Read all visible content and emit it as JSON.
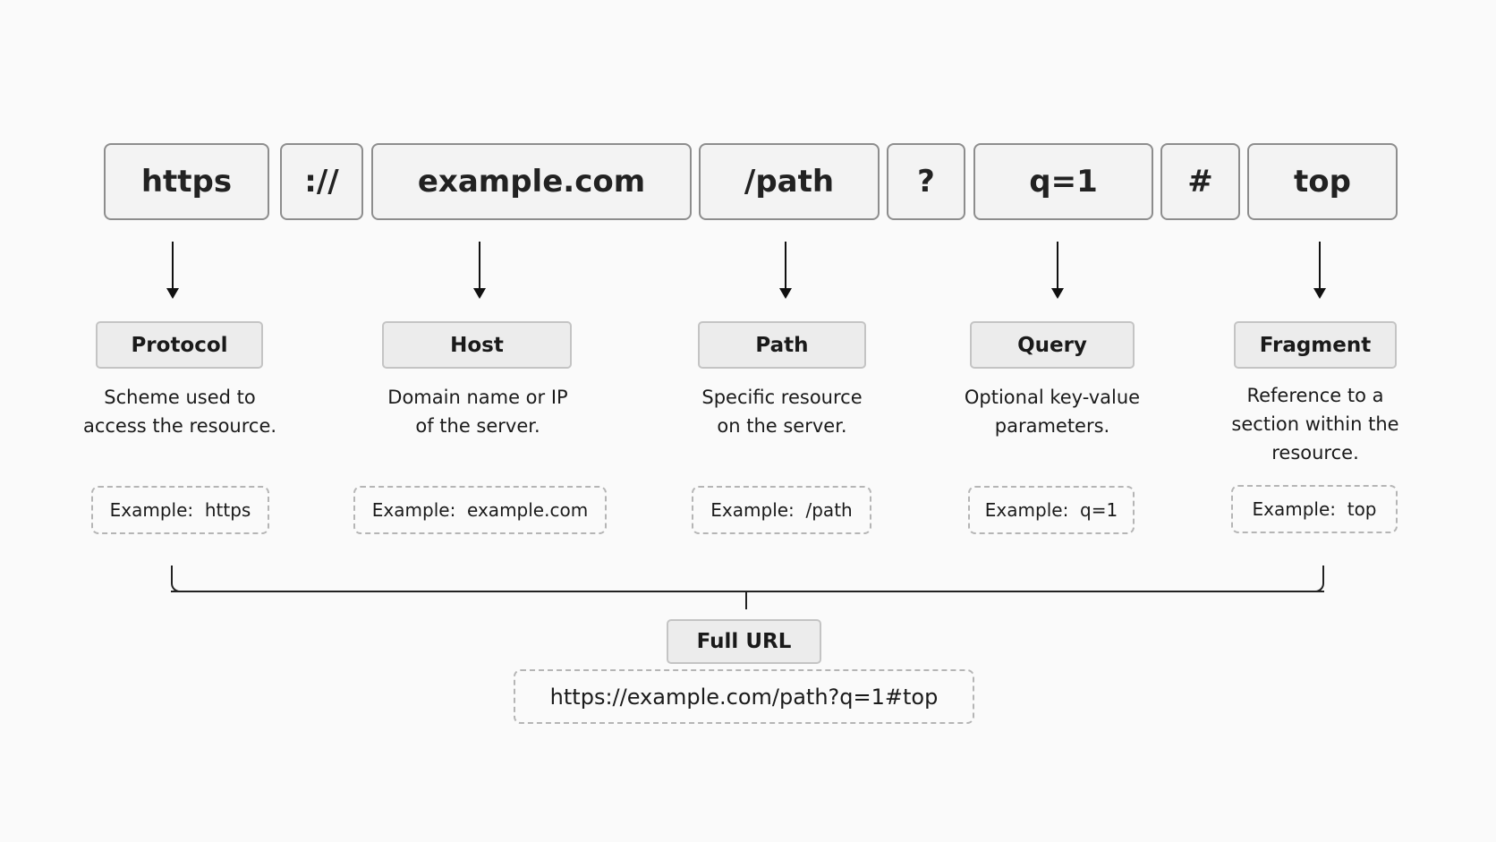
{
  "segments": [
    {
      "text": "https"
    },
    {
      "text": "://"
    },
    {
      "text": "example.com"
    },
    {
      "text": "/path"
    },
    {
      "text": "?"
    },
    {
      "text": "q=1"
    },
    {
      "text": "#"
    },
    {
      "text": "top"
    }
  ],
  "components": [
    {
      "name": "Protocol",
      "desc_lines": [
        "Scheme used to",
        "access the resource."
      ],
      "example": "Example:  https"
    },
    {
      "name": "Host",
      "desc_lines": [
        "Domain name or IP",
        "of the server."
      ],
      "example": "Example:  example.com"
    },
    {
      "name": "Path",
      "desc_lines": [
        "Specific resource",
        "on the server."
      ],
      "example": "Example:  /path"
    },
    {
      "name": "Query",
      "desc_lines": [
        "Optional key-value",
        "parameters."
      ],
      "example": "Example:  q=1"
    },
    {
      "name": "Fragment",
      "desc_lines": [
        "Reference to a",
        "section within the",
        "resource."
      ],
      "example": "Example:  top"
    }
  ],
  "full_url": {
    "label": "Full URL",
    "value": "https://example.com/path?q=1#top"
  }
}
